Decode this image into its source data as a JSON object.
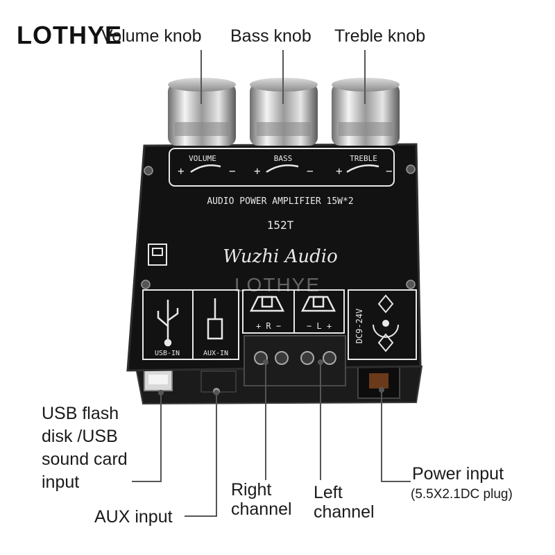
{
  "brand": "LOTHYE",
  "watermark": "LOTHYE",
  "labels": {
    "volume_knob": "Volume knob",
    "bass_knob": "Bass knob",
    "treble_knob": "Treble knob",
    "usb_line1": "USB flash",
    "usb_line2": "disk /USB",
    "usb_line3": "sound card",
    "usb_line4": "input",
    "aux_input": "AUX input",
    "right_line1": "Right",
    "right_line2": "channel",
    "left_line1": "Left",
    "left_line2": "channel",
    "power_input": "Power input",
    "power_plug": "(5.5X2.1DC plug)"
  },
  "board": {
    "volume": "VOLUME",
    "bass": "BASS",
    "treble": "TREBLE",
    "plus": "+",
    "minus": "−",
    "title": "AUDIO POWER AMPLIFIER 15W*2",
    "model": "152T",
    "script_logo": "Wuzhi Audio",
    "usb_in": "USB-IN",
    "aux_in": "AUX-IN",
    "right_ch": "+ R −",
    "left_ch": "− L +",
    "dc": "DC9-24V"
  },
  "colors": {
    "board": "#121212",
    "board_edge": "#2a2a2a",
    "silk": "#e8e8e8",
    "terminal": "#1c1c1c",
    "knob": "#c9c9c9",
    "leader": "#555555"
  }
}
